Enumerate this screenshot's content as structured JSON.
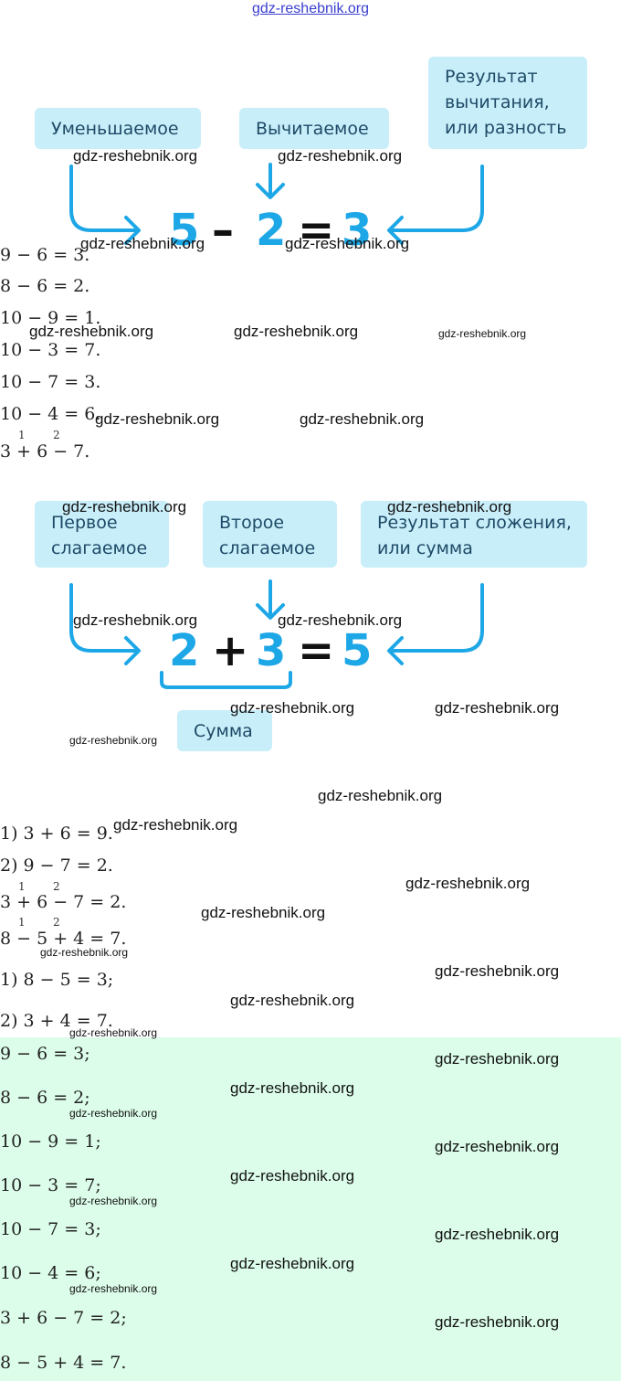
{
  "site": {
    "link_text": "gdz-reshebnik.org"
  },
  "diagram_subtraction": {
    "minuend_label": "Уменьшаемое",
    "subtrahend_label": "Вычитаемое",
    "difference_label_lines": [
      "Результат",
      "вычитания,",
      "или разность"
    ],
    "expression": {
      "a": "5",
      "op": "–",
      "b": "2",
      "eq": "=",
      "result": "3"
    },
    "accent_color": "#1ea7e6",
    "box_color": "#c8eefa"
  },
  "task_1": {
    "lines": [
      "9 − 6 = 3.",
      "8 − 6 = 2.",
      "10 − 9 = 1.",
      "10 − 3 = 7.",
      "10 − 7 = 3.",
      "10 − 4 = 6."
    ],
    "order_line": {
      "text": "3 + 6 − 7.",
      "marks": [
        "1",
        "2"
      ]
    }
  },
  "diagram_addition": {
    "first_addend_lines": [
      "Первое",
      "слагаемое"
    ],
    "second_addend_lines": [
      "Второе",
      "слагаемое"
    ],
    "sum_result_lines": [
      "Результат сложения,",
      "или сумма"
    ],
    "expression": {
      "a": "2",
      "op": "+",
      "b": "3",
      "eq": "=",
      "result": "5"
    },
    "sum_label": "Сумма"
  },
  "task_2": {
    "steps_a": [
      "1) 3 + 6 = 9.",
      "2) 9 − 7 = 2."
    ],
    "expr_a": {
      "text": "3 + 6 − 7 = 2.",
      "marks": [
        "1",
        "2"
      ]
    },
    "expr_b": {
      "text": "8 − 5 + 4 = 7.",
      "marks": [
        "1",
        "2"
      ]
    },
    "steps_b": [
      "1) 8 − 5 = 3;",
      "2) 3 + 4 = 7."
    ]
  },
  "answer": {
    "background": "#dcfdea",
    "lines": [
      "9 − 6 = 3;",
      "8 − 6 = 2;",
      "10 − 9 = 1;",
      "10 − 3 = 7;",
      "10 − 7 = 3;",
      "10 − 4 = 6;",
      "3 + 6 − 7 = 2;",
      "8 − 5 + 4 = 7."
    ]
  },
  "watermark": {
    "text": "gdz-reshebnik.org"
  }
}
